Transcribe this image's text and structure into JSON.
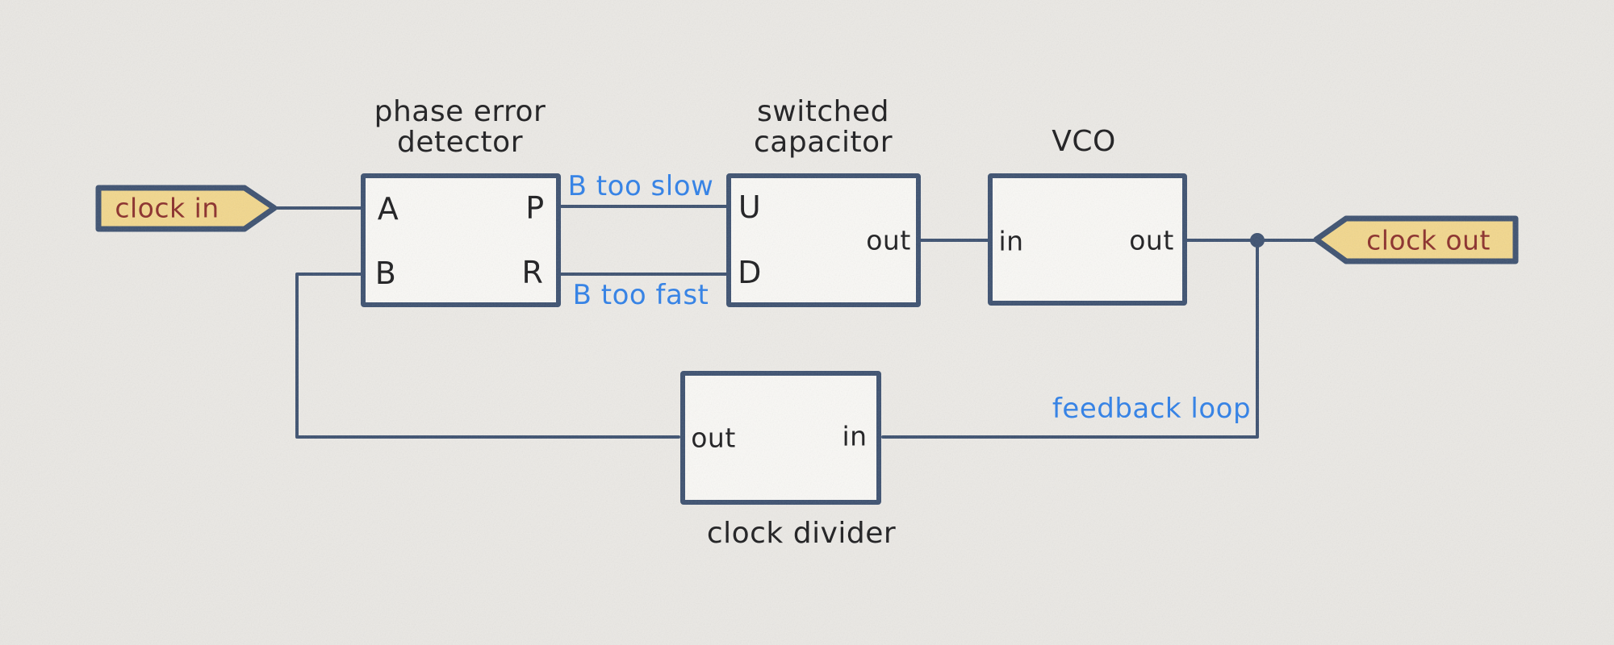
{
  "palette": {
    "background": "#e9e7e3",
    "ink": "#3d5170",
    "box_fill": "#f9f8f5",
    "label_blue": "#2f80e8",
    "tag_fill": "#f2d78d",
    "tag_text": "#8b2e2a",
    "text_black": "#1d1d1f"
  },
  "blocks": {
    "phase_error_detector": {
      "title": "phase error\ndetector",
      "ports": {
        "a": "A",
        "b": "B",
        "p": "P",
        "r": "R"
      }
    },
    "switched_capacitor": {
      "title": "switched\ncapacitor",
      "ports": {
        "u": "U",
        "d": "D",
        "out": "out"
      }
    },
    "vco": {
      "title": "VCO",
      "ports": {
        "in": "in",
        "out": "out"
      }
    },
    "clock_divider": {
      "title": "clock divider",
      "ports": {
        "out": "out",
        "in": "in"
      }
    }
  },
  "tags": {
    "clock_in": "clock in",
    "clock_out": "clock out"
  },
  "wire_labels": {
    "b_too_slow": "B too slow",
    "b_too_fast": "B too fast",
    "feedback_loop": "feedback loop"
  }
}
